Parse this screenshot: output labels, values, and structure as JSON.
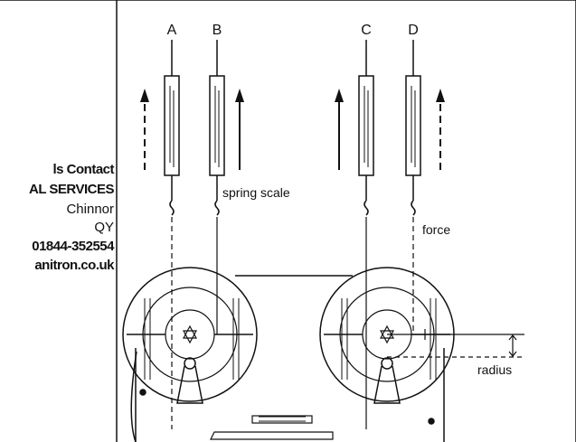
{
  "scale_labels": [
    "A",
    "B",
    "C",
    "D"
  ],
  "annotations": {
    "spring_scale": "spring scale",
    "force": "force",
    "radius": "radius"
  },
  "watermark_fragment": {
    "line1": "ls Contact",
    "line2": "AL SERVICES",
    "line3": "Chinnor",
    "line4": "QY",
    "line5": "01844-352554",
    "line6": "anitron.co.uk"
  },
  "colors": {
    "ink": "#111111",
    "background": "#ffffff"
  }
}
